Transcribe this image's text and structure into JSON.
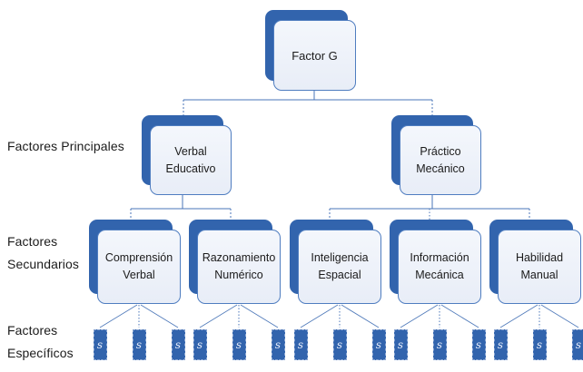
{
  "colors": {
    "accent_blue": "#3264ad",
    "box_border": "#4f7dc0",
    "box_fill_top": "#f4f7fc",
    "box_fill_bottom": "#e8edf7",
    "connector": "#4a76b8",
    "text": "#1b1b1b",
    "specific_text": "#e8eefb"
  },
  "row_labels": {
    "principales": {
      "lines": [
        "Factores Principales"
      ]
    },
    "secundarios": {
      "lines": [
        "Factores",
        "Secundarios"
      ]
    },
    "especificos": {
      "lines": [
        "Factores",
        "Específicos"
      ]
    }
  },
  "nodes": {
    "factor_g": {
      "lines": [
        "Factor G"
      ],
      "level": "general"
    },
    "verbal_educativo": {
      "lines": [
        "Verbal",
        "Educativo"
      ],
      "level": "principal",
      "parent": "factor_g"
    },
    "practico_mecanico": {
      "lines": [
        "Práctico",
        "Mecánico"
      ],
      "level": "principal",
      "parent": "factor_g"
    },
    "comprension_verbal": {
      "lines": [
        "Comprensión",
        "Verbal"
      ],
      "level": "secundario",
      "parent": "verbal_educativo"
    },
    "razonamiento_numerico": {
      "lines": [
        "Razonamiento",
        "Numérico"
      ],
      "level": "secundario",
      "parent": "verbal_educativo"
    },
    "inteligencia_espacial": {
      "lines": [
        "Inteligencia",
        "Espacial"
      ],
      "level": "secundario",
      "parent": "practico_mecanico"
    },
    "informacion_mecanica": {
      "lines": [
        "Información",
        "Mecánica"
      ],
      "level": "secundario",
      "parent": "practico_mecanico"
    },
    "habilidad_manual": {
      "lines": [
        "Habilidad",
        "Manual"
      ],
      "level": "secundario",
      "parent": "practico_mecanico"
    }
  },
  "specific_factor": {
    "marker": "s",
    "per_secondary": 3,
    "total": 15
  }
}
